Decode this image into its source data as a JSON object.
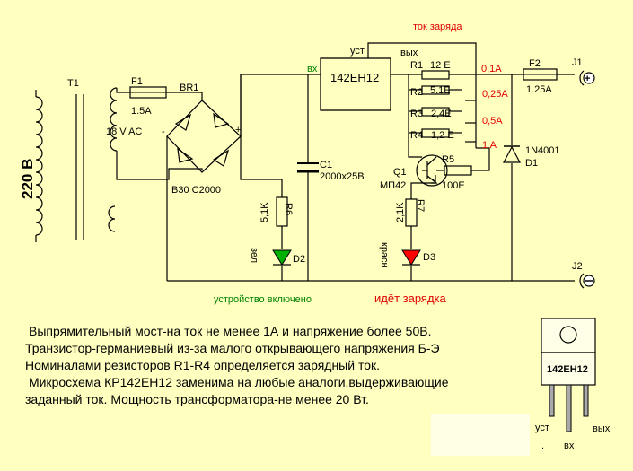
{
  "transformer": {
    "ref": "T1",
    "primary_voltage": "220 В",
    "secondary_voltage": "18 V AC"
  },
  "fuse1": {
    "ref": "F1",
    "rating": "1.5A"
  },
  "bridge": {
    "ref": "BR1",
    "part": "B30 C2000",
    "plus": "+",
    "minus": "-"
  },
  "capacitor": {
    "ref": "C1",
    "value": "2000x25В"
  },
  "regulator": {
    "part": "142ЕН12",
    "pin_adj": "уст",
    "pin_out": "вых",
    "pin_in": "вх"
  },
  "charge_current_title": "ток заряда",
  "resistors": [
    {
      "ref": "R1",
      "value": "12 E",
      "current": "0,1A"
    },
    {
      "ref": "R2",
      "value": "5,1E",
      "current": "0,25A"
    },
    {
      "ref": "R3",
      "value": "2,4E",
      "current": "0,5A"
    },
    {
      "ref": "R4",
      "value": "1,2 E",
      "current": "1 A"
    }
  ],
  "r5": {
    "ref": "R5",
    "value": "100E"
  },
  "r6": {
    "ref": "R6",
    "value": "5,1K"
  },
  "r7": {
    "ref": "R7",
    "value": "2,1K"
  },
  "q1": {
    "ref": "Q1",
    "part": "МП42"
  },
  "fuse2": {
    "ref": "F2",
    "rating": "1.25A"
  },
  "diode1": {
    "ref": "D1",
    "part": "1N4001"
  },
  "led_green": {
    "ref": "D2",
    "color_label": "зел",
    "caption": "устройство включено"
  },
  "led_red": {
    "ref": "D3",
    "color_label": "красн",
    "caption": "идёт зарядка"
  },
  "connectors": {
    "j1": "J1",
    "j2": "J2"
  },
  "package": {
    "part": "142ЕН12",
    "pin_adj": "уст",
    "pin_in": "вх",
    "pin_out": "вых",
    "dot": "."
  },
  "notes": [
    "Выпрямительный мост-на ток не менее 1А и напряжение более 50В.",
    "Транзистор-германиевый из-за малого открывающего напряжения Б-Э",
    "Номиналами резисторов R1-R4 определяется зарядный ток.",
    "Микросхема КР142ЕН12 заменима на любые аналоги,выдерживающие",
    "заданный ток. Мощность трансформатора-не менее 20 Вт."
  ],
  "colors": {
    "background": "#ffffc0",
    "labels_red": "#e00000",
    "labels_green": "#008000",
    "led_green": "#00b000",
    "led_red": "#ff0000"
  }
}
